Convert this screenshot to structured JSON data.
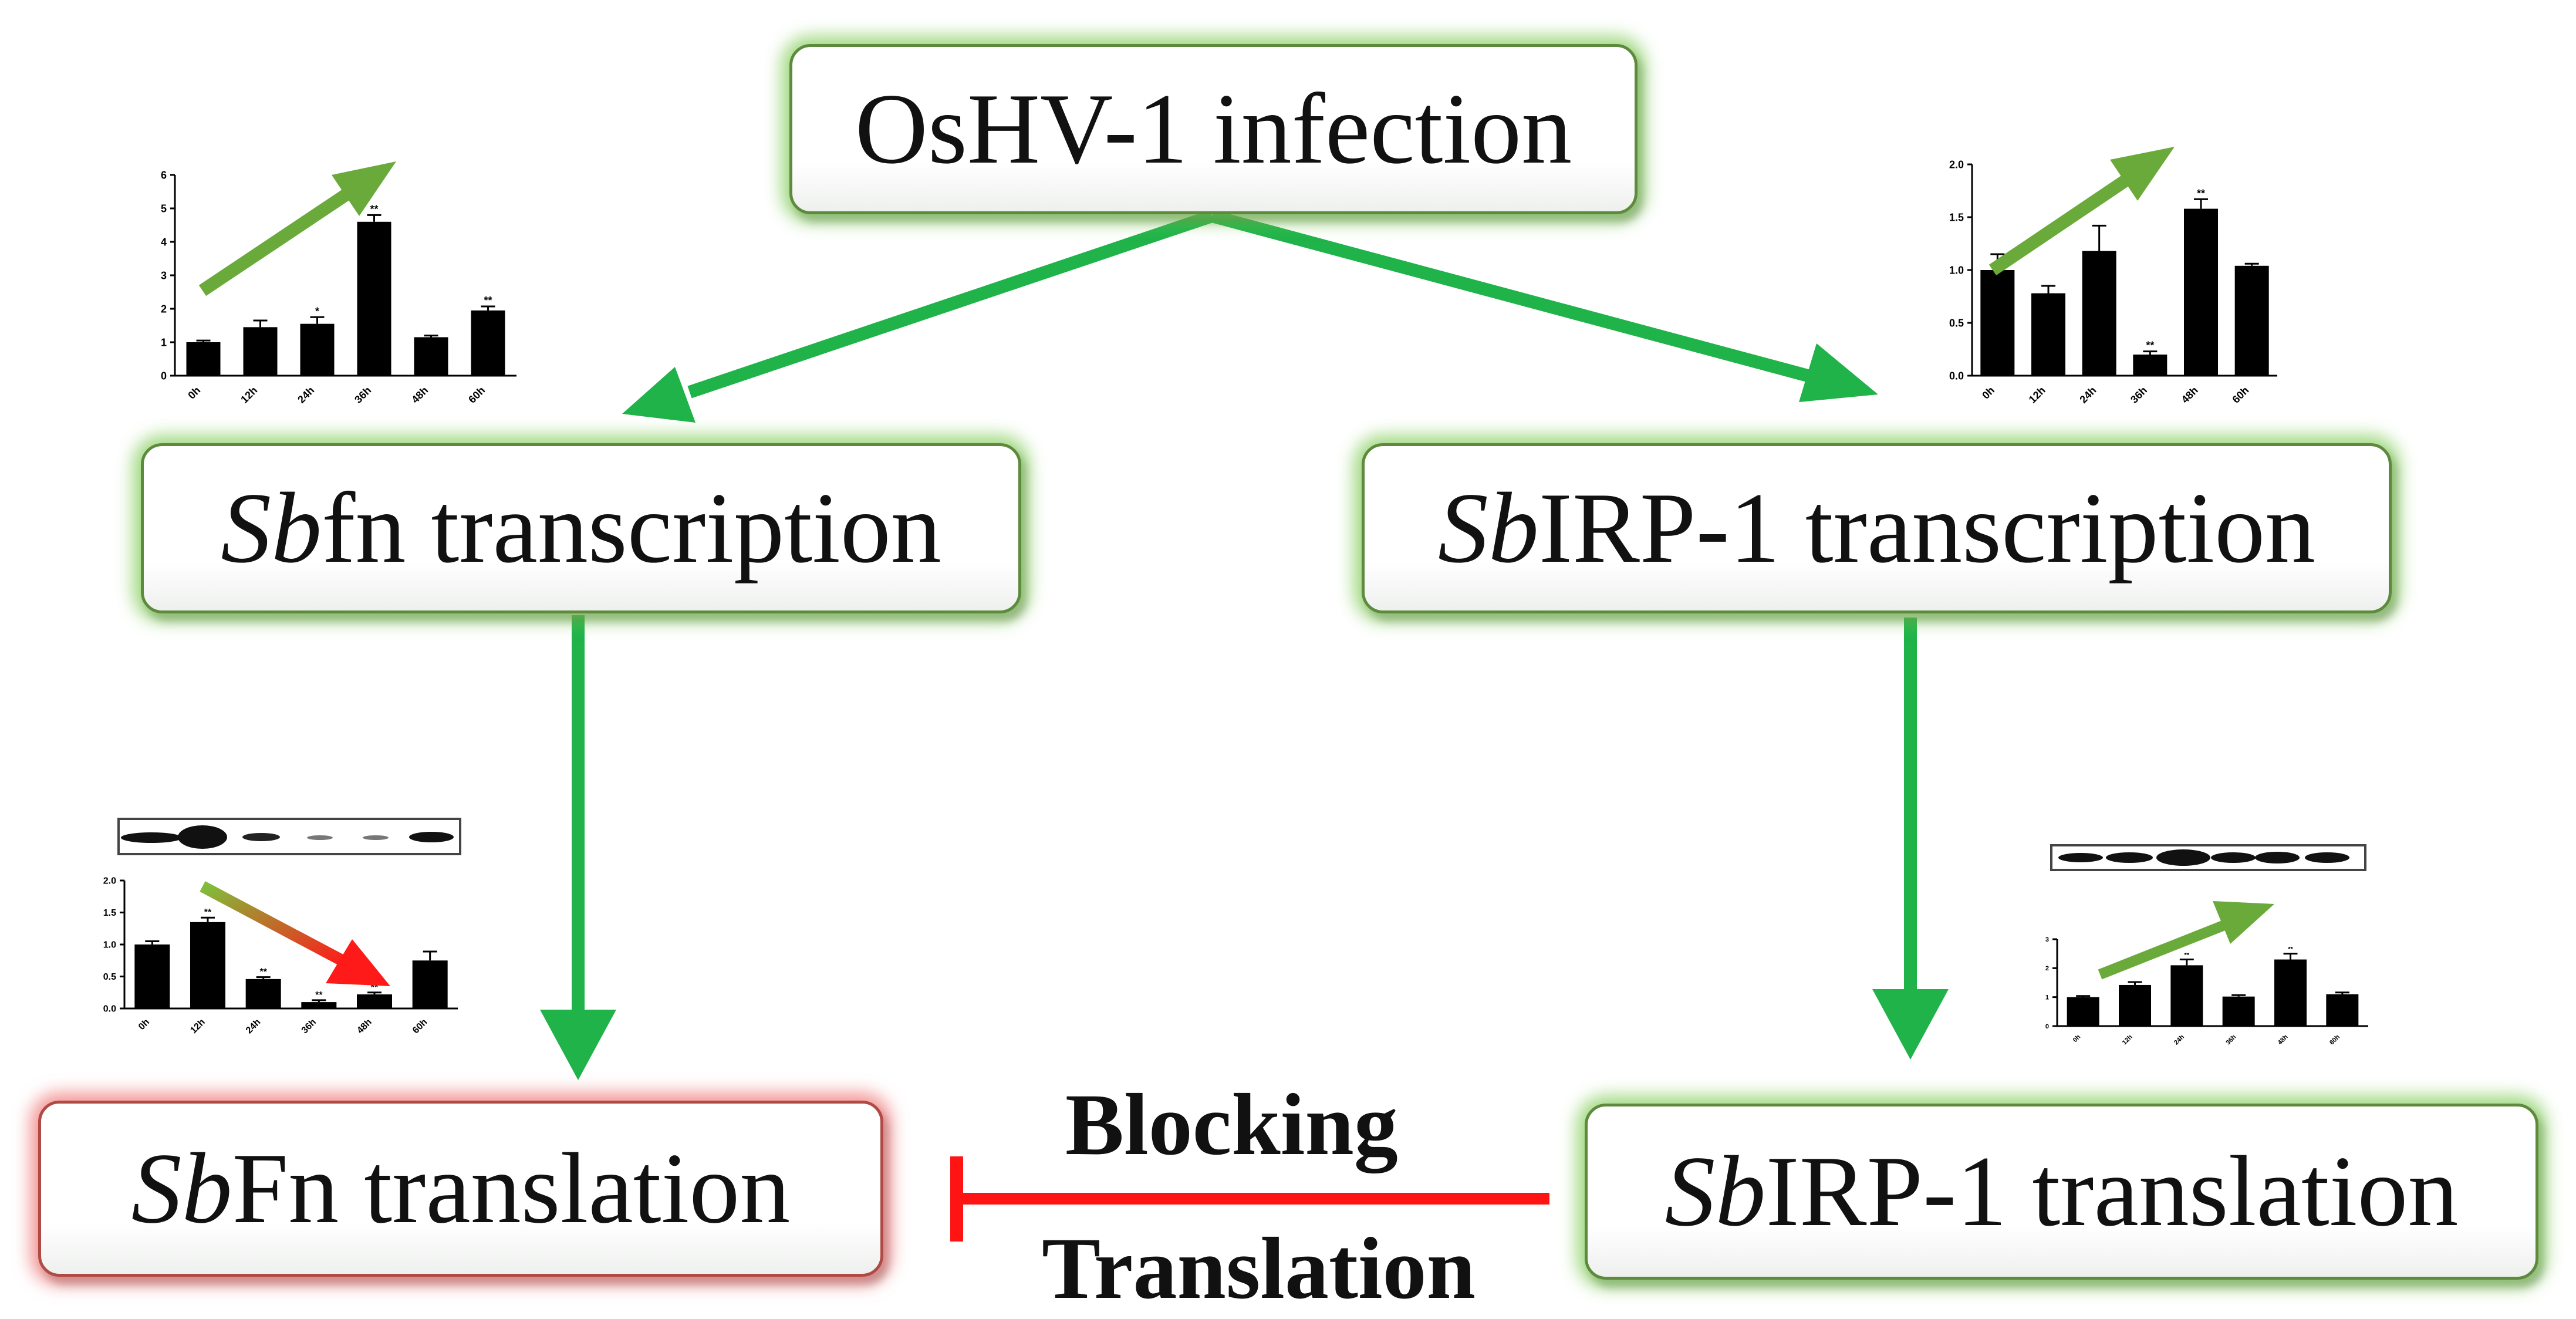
{
  "nodes": {
    "infection": {
      "text": "OsHV-1 infection"
    },
    "fn_transcription": {
      "prefix": "Sb",
      "text": "fn transcription"
    },
    "irp_transcription": {
      "prefix": "Sb",
      "text": "IRP-1 transcription"
    },
    "fn_translation": {
      "prefix": "Sb",
      "text": "Fn translation"
    },
    "irp_translation": {
      "prefix": "Sb",
      "text": "IRP-1 translation"
    }
  },
  "edge_label": {
    "line1": "Blocking",
    "line2": "Translation"
  },
  "colors": {
    "arrow_green": "#1fb34a",
    "inhibit_red": "#ff1414",
    "trend_green": "#6aaa3a",
    "bar": "#000000"
  },
  "chart_data": [
    {
      "type": "bar",
      "panel": "fn-mrna",
      "categories": [
        "0h",
        "12h",
        "24h",
        "36h",
        "48h",
        "60h"
      ],
      "values": [
        1.0,
        1.45,
        1.55,
        4.6,
        1.15,
        1.95
      ],
      "errors": [
        0.05,
        0.2,
        0.2,
        0.2,
        0.05,
        0.12
      ],
      "annotations": [
        "",
        "",
        "*",
        "**",
        "",
        "**"
      ],
      "ylim": [
        0,
        6
      ],
      "yticks": [
        0,
        1,
        2,
        3,
        4,
        5,
        6
      ],
      "trend": "up"
    },
    {
      "type": "bar",
      "panel": "irp-mrna",
      "categories": [
        "0h",
        "12h",
        "24h",
        "36h",
        "48h",
        "60h"
      ],
      "values": [
        1.0,
        0.78,
        1.18,
        0.2,
        1.58,
        1.04
      ],
      "errors": [
        0.15,
        0.07,
        0.24,
        0.03,
        0.09,
        0.02
      ],
      "annotations": [
        "",
        "",
        "",
        "**",
        "**",
        ""
      ],
      "ylim": [
        0,
        2.0
      ],
      "yticks": [
        "0.0",
        "0.5",
        "1.0",
        "1.5",
        "2.0"
      ],
      "trend": "up"
    },
    {
      "type": "bar",
      "panel": "fn-protein",
      "categories": [
        "0h",
        "12h",
        "24h",
        "36h",
        "48h",
        "60h"
      ],
      "values": [
        1.0,
        1.35,
        0.46,
        0.1,
        0.22,
        0.75
      ],
      "errors": [
        0.05,
        0.07,
        0.03,
        0.03,
        0.03,
        0.14
      ],
      "annotations": [
        "",
        "**",
        "**",
        "**",
        "**",
        ""
      ],
      "ylim": [
        0,
        2.0
      ],
      "yticks": [
        "0.0",
        "0.5",
        "1.0",
        "1.5",
        "2.0"
      ],
      "trend": "down"
    },
    {
      "type": "bar",
      "panel": "irp-protein",
      "categories": [
        "0h",
        "12h",
        "24h",
        "36h",
        "48h",
        "60h"
      ],
      "values": [
        1.0,
        1.42,
        2.1,
        1.02,
        2.3,
        1.1
      ],
      "errors": [
        0.04,
        0.1,
        0.2,
        0.05,
        0.2,
        0.06
      ],
      "annotations": [
        "",
        "",
        "**",
        "",
        "**",
        ""
      ],
      "ylim": [
        0,
        3
      ],
      "yticks": [
        0,
        1,
        2,
        3
      ],
      "trend": "up"
    }
  ]
}
